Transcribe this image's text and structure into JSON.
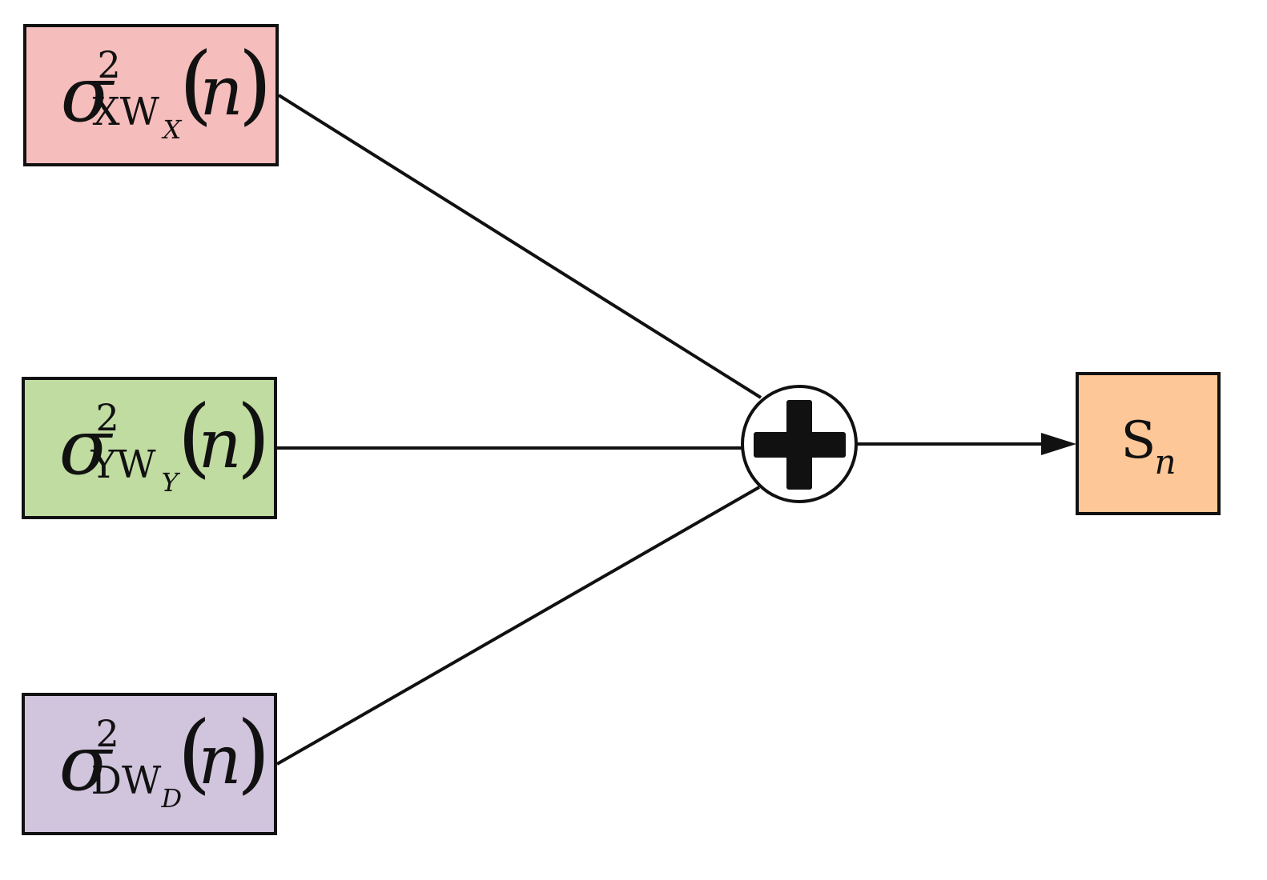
{
  "inputs": [
    {
      "symbol": "σ",
      "power": "2",
      "subscript": "XW",
      "sub_subscript": "X",
      "argument": "n",
      "open_paren": "(",
      "close_paren": ")",
      "fill": "#f5bdbb"
    },
    {
      "symbol": "σ",
      "power": "2",
      "subscript": "YW",
      "sub_subscript": "Y",
      "argument": "n",
      "open_paren": "(",
      "close_paren": ")",
      "fill": "#c0dca1"
    },
    {
      "symbol": "σ",
      "power": "2",
      "subscript": "DW",
      "sub_subscript": "D",
      "argument": "n",
      "open_paren": "(",
      "close_paren": ")",
      "fill": "#d1c4dd"
    }
  ],
  "summation_node": {
    "icon": "plus-icon",
    "symbol": "+"
  },
  "output": {
    "symbol": "S",
    "subscript": "n",
    "fill": "#fdc798"
  },
  "stroke_color": "#111111"
}
